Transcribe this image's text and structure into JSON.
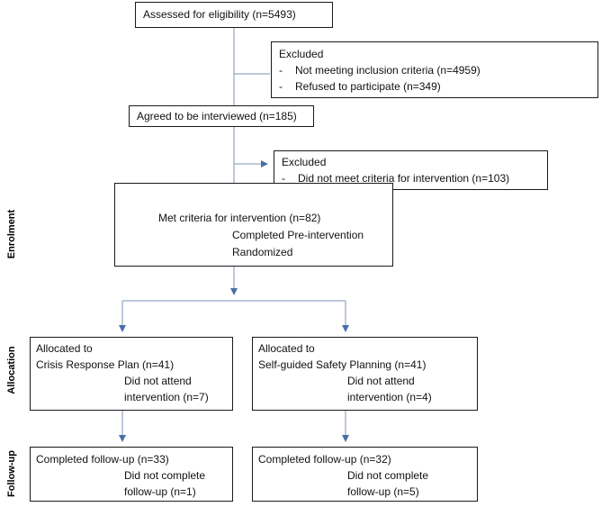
{
  "boxes": {
    "assessed": "Assessed for eligibility (n=5493)",
    "excluded1_title": "Excluded",
    "excluded1_item1": "Not meeting inclusion criteria (n=4959)",
    "excluded1_item2": "Refused to participate (n=349)",
    "agreed": "Agreed to be interviewed (n=185)",
    "excluded2_title": "Excluded",
    "excluded2_item1": "Did not meet criteria for intervention (n=103)",
    "met_line1": "Met criteria for intervention (n=82)",
    "met_line2": "Completed Pre-intervention",
    "met_line3": "Randomized",
    "alloc_left_line1": "Allocated to",
    "alloc_left_line2": "Crisis Response Plan (n=41)",
    "alloc_left_line3": "Did not attend",
    "alloc_left_line4": "intervention (n=7)",
    "alloc_right_line1": "Allocated to",
    "alloc_right_line2": "Self-guided Safety Planning (n=41)",
    "alloc_right_line3": "Did not attend",
    "alloc_right_line4": "intervention (n=4)",
    "follow_left_line1": "Completed follow-up  (n=33)",
    "follow_left_line2": "Did not complete",
    "follow_left_line3": "follow-up (n=1)",
    "follow_right_line1": "Completed follow-up (n=32)",
    "follow_right_line2": "Did not complete",
    "follow_right_line3": "follow-up (n=5)"
  },
  "stages": {
    "enrolment": "Enrolment",
    "allocation": "Allocation",
    "followup": "Follow-up"
  },
  "colors": {
    "connector": "#7f93b8",
    "border": "#1a1a1a"
  }
}
